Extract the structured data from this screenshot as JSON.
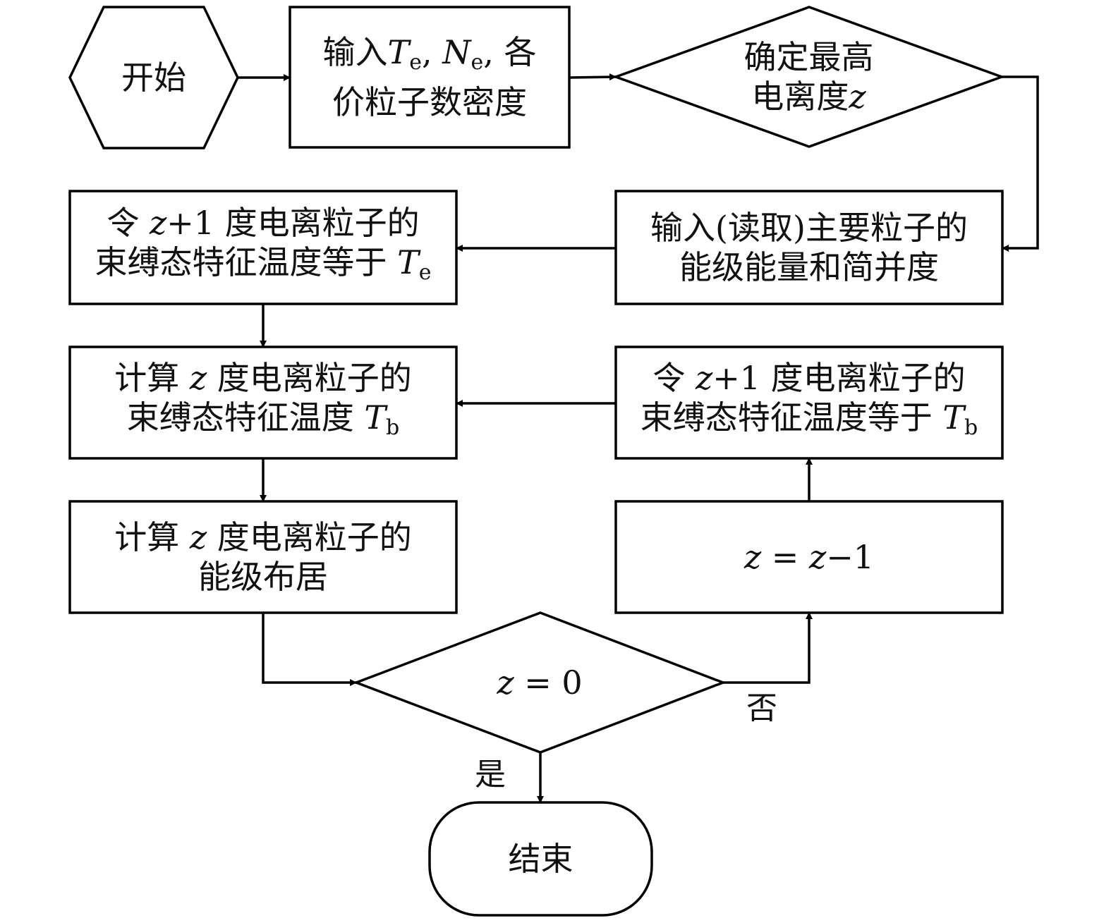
{
  "nodes": {
    "start": {
      "text": "开始"
    },
    "input_params": {
      "part1": "输入",
      "T": "T",
      "T_sub": "e",
      "sep1": ", ",
      "N": "N",
      "N_sub": "e",
      "part2": ", 各",
      "line2": "价粒子数密度"
    },
    "max_ionization": {
      "line1": "确定最高",
      "line2": "电离度",
      "z": "z"
    },
    "read_levels": {
      "line1": "输入(读取)主要粒子的",
      "line2": "能级能量和简并度"
    },
    "set_temp_te": {
      "line1_a": "令 ",
      "z": "z",
      "line1_b": "+1 度电离粒子的",
      "line2": "束缚态特征温度等于 ",
      "T": "T",
      "T_sub": "e"
    },
    "calc_tb": {
      "line1_a": "计算 ",
      "z": "z",
      "line1_b": " 度电离粒子的",
      "line2": "束缚态特征温度 ",
      "T": "T",
      "T_sub": "b"
    },
    "set_temp_tb": {
      "line1_a": "令 ",
      "z": "z",
      "line1_b": "+1 度电离粒子的",
      "line2": "束缚态特征温度等于 ",
      "T": "T",
      "T_sub": "b"
    },
    "calc_population": {
      "line1_a": "计算 ",
      "z": "z",
      "line1_b": " 度电离粒子的",
      "line2": "能级布居"
    },
    "decrement": {
      "z1": "z",
      "eq": " = ",
      "z2": "z",
      "rest": "−1"
    },
    "decision": {
      "z": "z",
      "rest": " = 0"
    },
    "end": {
      "text": "结束"
    }
  },
  "edge_labels": {
    "no": "否",
    "yes": "是"
  }
}
